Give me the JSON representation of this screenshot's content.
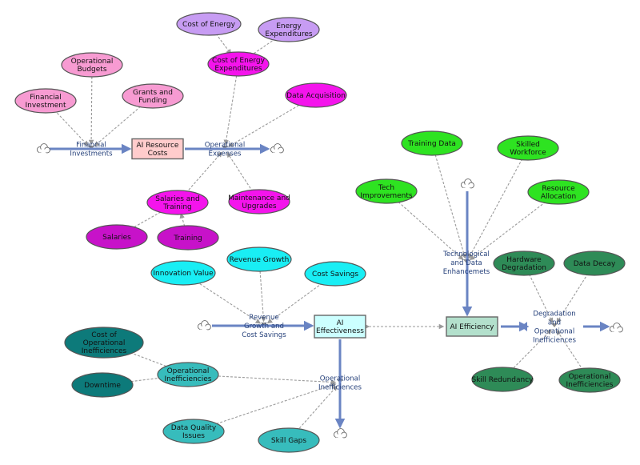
{
  "colors": {
    "light_pink": "#f79bd2",
    "magenta": "#f414ec",
    "dark_magenta": "#c712c9",
    "lavender": "#c79cf3",
    "green": "#2ee321",
    "cyan": "#19eef4",
    "teal": "#37bcbc",
    "dark_teal": "#0d7a7a",
    "sea_green": "#2e8b57",
    "stock_pink": "#ffcccc",
    "stock_cyan": "#ccffff",
    "stock_mint": "#b3e0cc",
    "flow": "#6a84c3",
    "link": "#9a9a9a",
    "flow_text": "#25407a"
  },
  "stocks": {
    "resource_costs": "AI Resource\nCosts",
    "effectiveness": "AI\nEffectiveness",
    "efficiency": "AI Efficiency"
  },
  "flows": {
    "financial_investments": "Financial\nInvestments",
    "operational_expenses": "Operational\nExpenses",
    "revenue_growth_cost_savings": "Revenue\nGrowth and\nCost Savings",
    "operational_inefficiencies_outflow": "Operational\nInefficiences",
    "tech_data_enhancements": "Technological\nand Data\nEnhancemets",
    "degradation": "Degradation\nand\nOperational\nInefficiences"
  },
  "variables": {
    "financial_investment": "Financial\nInvestment",
    "operational_budgets": "Operational\nBudgets",
    "grants_funding": "Grants and\nFunding",
    "cost_of_energy": "Cost of Energy",
    "energy_expenditures": "Energy\nExpenditures",
    "cost_of_energy_expenditures": "Cost of Energy\nExpenditures",
    "data_acquisition": "Data Acquisition",
    "salaries_training": "Salaries and\nTraining",
    "maintenance_upgrades": "Maintenance and\nUpgrades",
    "salaries": "Salaries",
    "training": "Training",
    "revenue_growth": "Revenue Growth",
    "innovation_value": "Innovation Value",
    "cost_savings": "Cost Savings",
    "cost_op_inefficiencies": "Cost of\nOperational\nInefficiences",
    "operational_inefficiencies": "Operational\nInefficiencies",
    "downtime": "Downtime",
    "data_quality_issues": "Data Quality\nIssues",
    "skill_gaps": "Skill Gaps",
    "training_data": "Training Data",
    "skilled_workforce": "Skilled\nWorkforce",
    "tech_improvements": "Tech\nImprovements",
    "resource_allocation": "Resource\nAllocation",
    "hardware_degradation": "Hardware\nDegradation",
    "data_decay": "Data Decay",
    "skill_redundancy": "Skill Redundancy",
    "operational_inefficiencies_2": "Operational\nInefficiencies"
  }
}
